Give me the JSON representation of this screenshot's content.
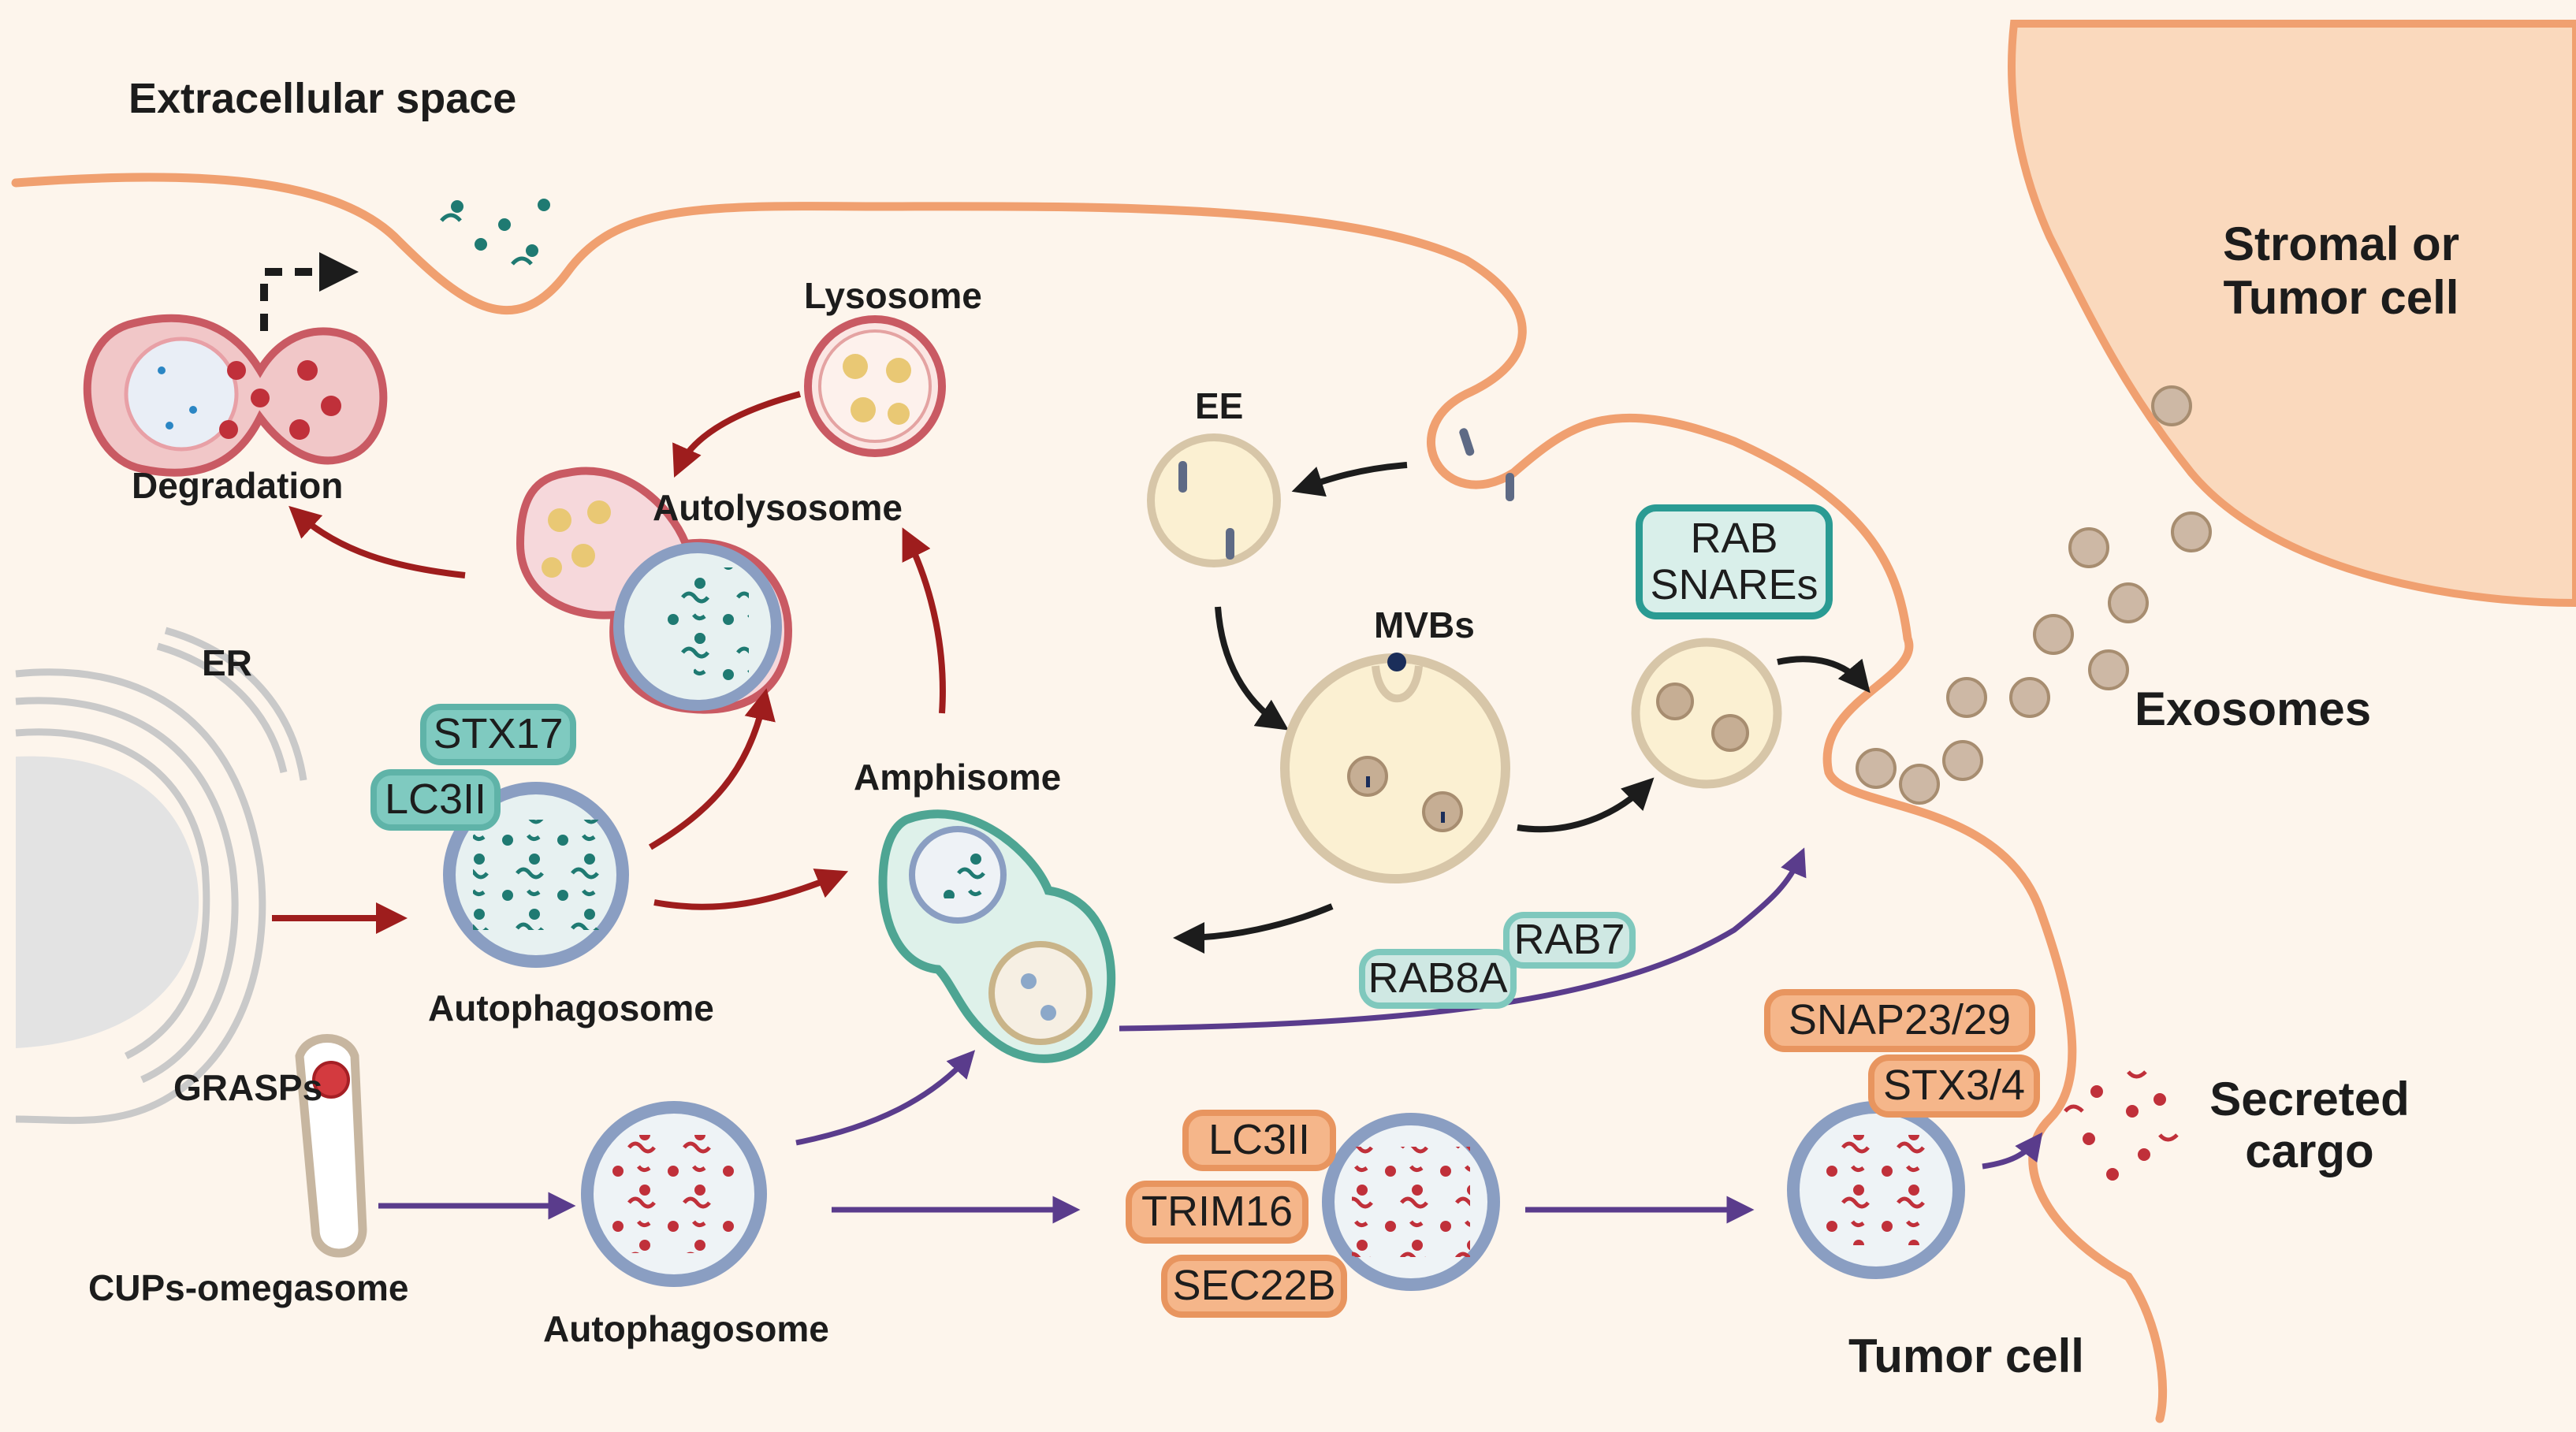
{
  "labels": {
    "extracellular_space": "Extracellular space",
    "stromal_line1": "Stromal or",
    "stromal_line2": "Tumor cell",
    "lysosome": "Lysosome",
    "degradation": "Degradation",
    "autolysosome": "Autolysosome",
    "er": "ER",
    "autophagosome_top": "Autophagosome",
    "amphisome": "Amphisome",
    "ee": "EE",
    "mvbs": "MVBs",
    "exosomes": "Exosomes",
    "grasps": "GRASPs",
    "cups_omegasome": "CUPs-omegasome",
    "autophagosome_bottom": "Autophagosome",
    "secreted_line1": "Secreted",
    "secreted_line2": "cargo",
    "tumor_cell": "Tumor cell"
  },
  "proteins": {
    "stx17": "STX17",
    "lc3ii_teal": "LC3II",
    "rab7": "RAB7",
    "rab8a": "RAB8A",
    "rab": "RAB",
    "snares": "SNAREs",
    "lc3ii_orange": "LC3II",
    "trim16": "TRIM16",
    "sec22b": "SEC22B",
    "snap23_29": "SNAP23/29",
    "stx3_4": "STX3/4"
  },
  "colors": {
    "background": "#fdf5ec",
    "membrane": "#f0a070",
    "stromal_cell": "#fad9bd",
    "degradative_arrow": "#9e1d1d",
    "secretory_arrow": "#5a3c8c",
    "endosomal_arrow": "#1c1c1c",
    "teal_protein": "#7fcac0",
    "orange_protein": "#f5b68a"
  }
}
